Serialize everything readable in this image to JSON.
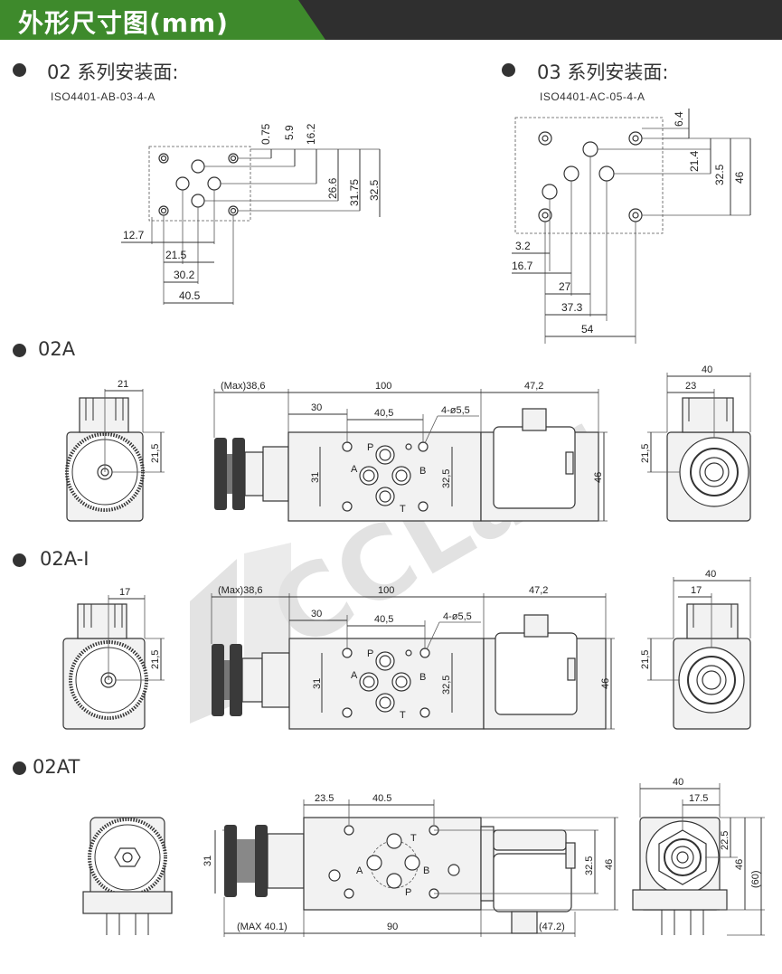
{
  "header": {
    "title": "外形尺寸图(mm)"
  },
  "section02": {
    "title": "02 系列安装面:",
    "standard": "ISO4401-AB-03-4-A",
    "dims_v": [
      "0.75",
      "5.9",
      "16.2",
      "26.6",
      "31.75",
      "32.5"
    ],
    "dims_h": [
      "12.7",
      "21.5",
      "30.2",
      "40.5"
    ]
  },
  "section03": {
    "title": "03 系列安装面:",
    "standard": "ISO4401-AC-05-4-A",
    "dims_v": [
      "6.4",
      "21.4",
      "32.5",
      "46"
    ],
    "dims_h": [
      "3.2",
      "16.7",
      "27",
      "37.3",
      "54"
    ]
  },
  "v02A": {
    "label": "02A",
    "left_w": "21",
    "left_h": "21,5",
    "max": "(Max)38,6",
    "len": "100",
    "coil": "47,2",
    "d30": "30",
    "d405": "40,5",
    "holes": "4-ø5,5",
    "h31": "31",
    "h325": "32,5",
    "h46": "46",
    "ports": [
      "P",
      "A",
      "B",
      "T"
    ],
    "right_w": "40",
    "right_w2": "23",
    "right_h": "21,5"
  },
  "v02AI": {
    "label": "02A-I",
    "left_w": "17",
    "left_h": "21,5",
    "max": "(Max)38,6",
    "len": "100",
    "coil": "47,2",
    "d30": "30",
    "d405": "40,5",
    "holes": "4-ø5,5",
    "h31": "31",
    "h325": "32,5",
    "h46": "46",
    "ports": [
      "P",
      "A",
      "B",
      "T"
    ],
    "right_w": "40",
    "right_w2": "17",
    "right_h": "21,5"
  },
  "v02AT": {
    "label": "02AT",
    "d235": "23.5",
    "d405": "40.5",
    "max": "(MAX 40.1)",
    "len": "90",
    "coil": "(47.2)",
    "h31": "31",
    "h325": "32.5",
    "h46": "46",
    "ports": [
      "T",
      "A",
      "B",
      "P"
    ],
    "right_w": "40",
    "right_w2": "17.5",
    "right_h1": "22.5",
    "right_h2": "46",
    "right_h3": "(60)"
  },
  "watermark": {
    "text": "CCLair"
  }
}
